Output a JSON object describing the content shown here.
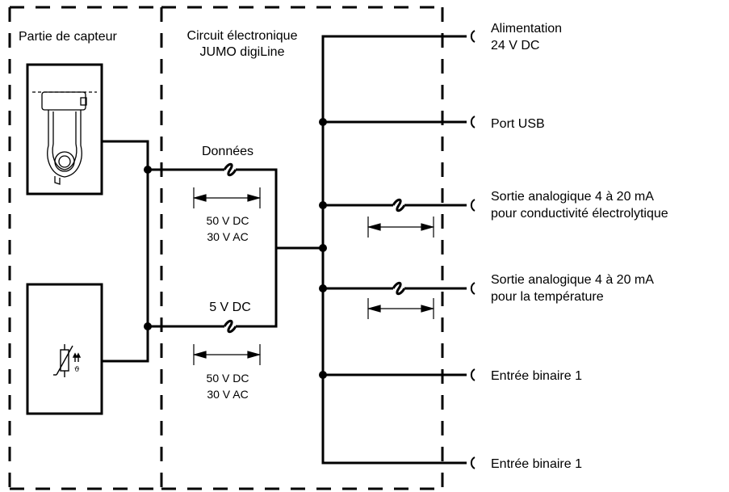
{
  "colors": {
    "line": "#000000",
    "background": "#ffffff"
  },
  "sections": {
    "sensor": {
      "label": "Partie de capteur"
    },
    "circuit": {
      "label_line1": "Circuit électronique",
      "label_line2": "JUMO digiLine"
    }
  },
  "internal": {
    "data_line": {
      "label": "Données",
      "rating_line1": "50 V DC",
      "rating_line2": "30 V AC"
    },
    "supply_line": {
      "label": "5 V DC",
      "rating_line1": "50 V DC",
      "rating_line2": "30 V AC"
    }
  },
  "terminals": [
    {
      "line1": "Alimentation",
      "line2": "24 V DC"
    },
    {
      "line1": "Port USB",
      "line2": ""
    },
    {
      "line1": "Sortie analogique 4 à 20 mA",
      "line2": "pour conductivité électrolytique"
    },
    {
      "line1": "Sortie analogique 4 à 20 mA",
      "line2": "pour la température"
    },
    {
      "line1": "Entrée binaire 1",
      "line2": ""
    },
    {
      "line1": "Entrée binaire 1",
      "line2": ""
    }
  ],
  "icons": {
    "conductivity_sensor": "conductivity-cell-icon",
    "temperature_sensor": "thermistor-icon"
  }
}
